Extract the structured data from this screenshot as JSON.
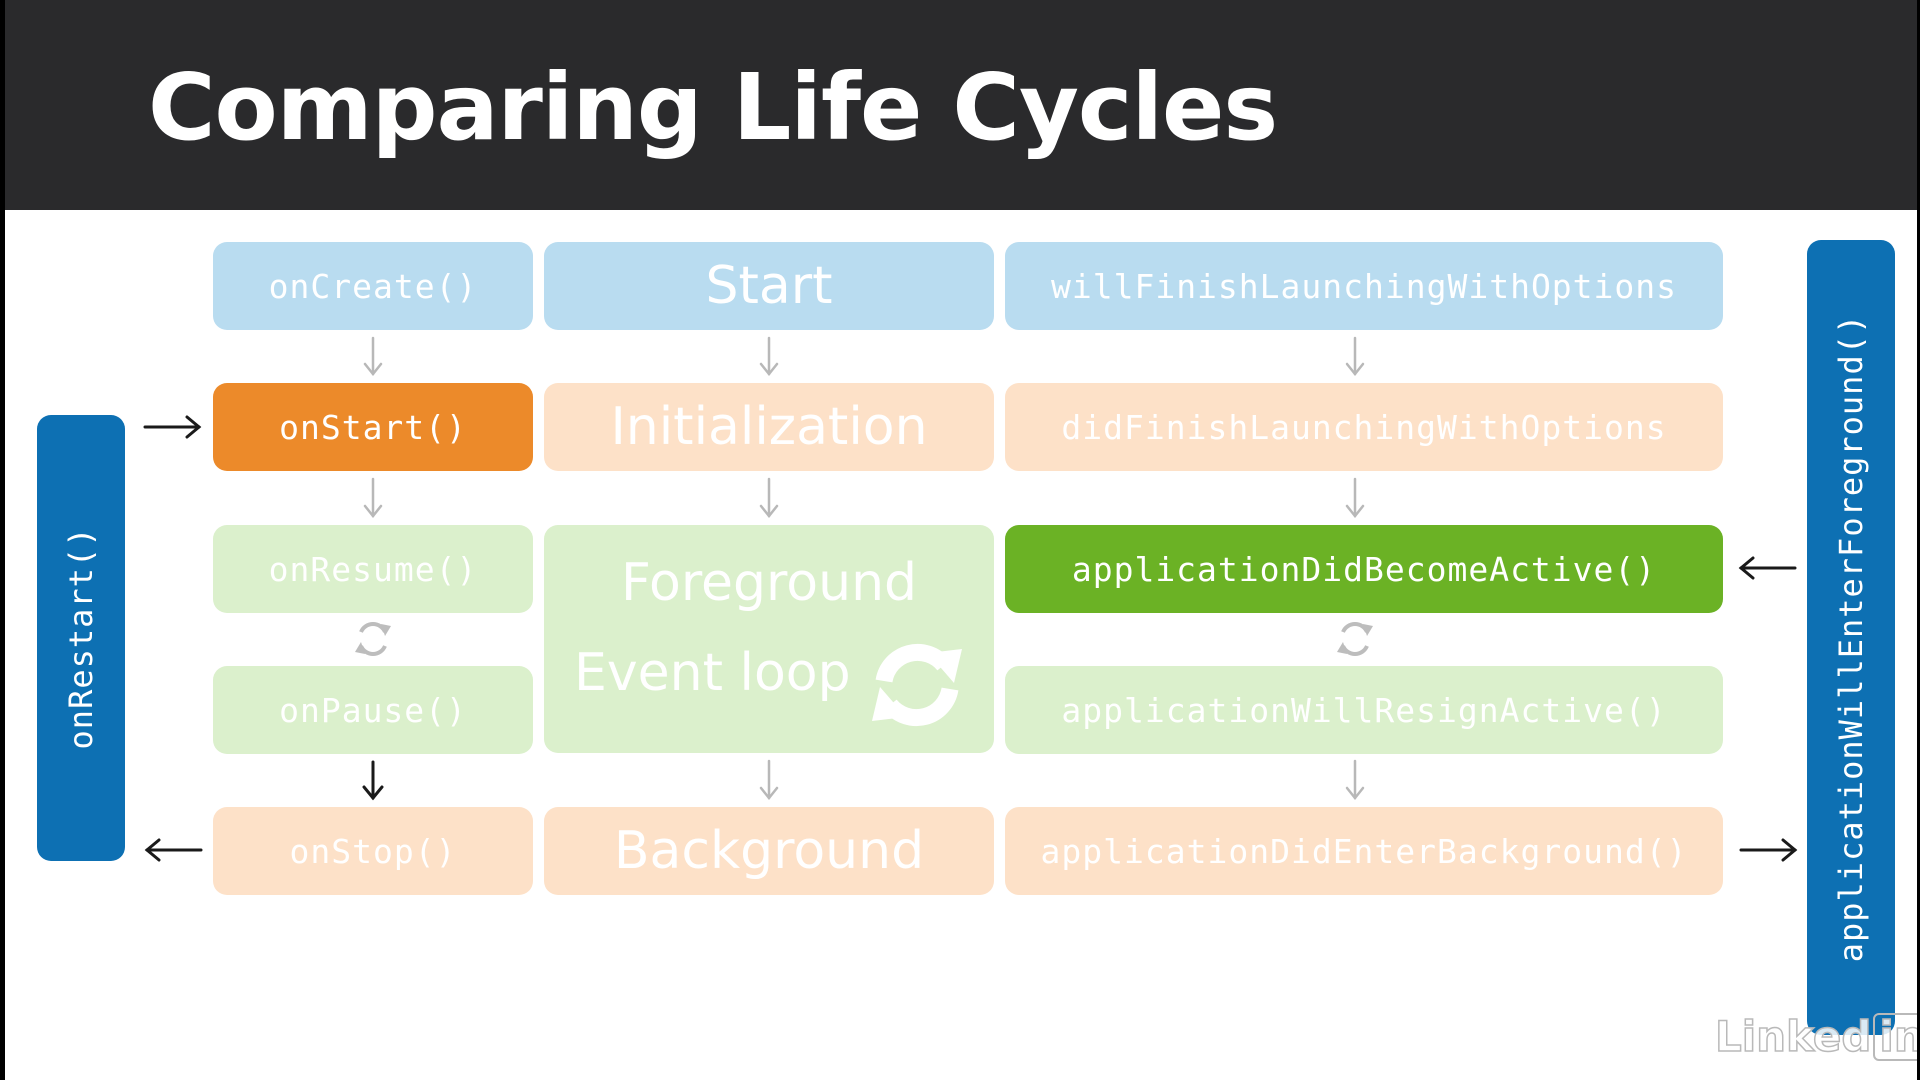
{
  "title": "Comparing Life Cycles",
  "android": {
    "on_create": "onCreate()",
    "on_start": "onStart()",
    "on_resume": "onResume()",
    "on_pause": "onPause()",
    "on_stop": "onStop()",
    "on_restart": "onRestart()"
  },
  "phases": {
    "start": "Start",
    "initialization": "Initialization",
    "foreground": "Foreground",
    "event_loop": "Event loop",
    "background": "Background"
  },
  "ios": {
    "will_finish": "willFinishLaunchingWithOptions",
    "did_finish": "didFinishLaunchingWithOptions",
    "did_become_active": "applicationDidBecomeActive()",
    "will_resign_active": "applicationWillResignActive()",
    "did_enter_background": "applicationDidEnterBackground()",
    "will_enter_foreground": "applicationWillEnterForeground()"
  },
  "watermark": {
    "word": "Linked",
    "badge": "in"
  },
  "colors": {
    "header": "#2a2a2c",
    "light_blue": "#b9dcf0",
    "peach": "#fde1c8",
    "light_green": "#dbf0cc",
    "orange": "#ec8a2a",
    "green": "#6bb225",
    "side_blue": "#0d70b3"
  }
}
